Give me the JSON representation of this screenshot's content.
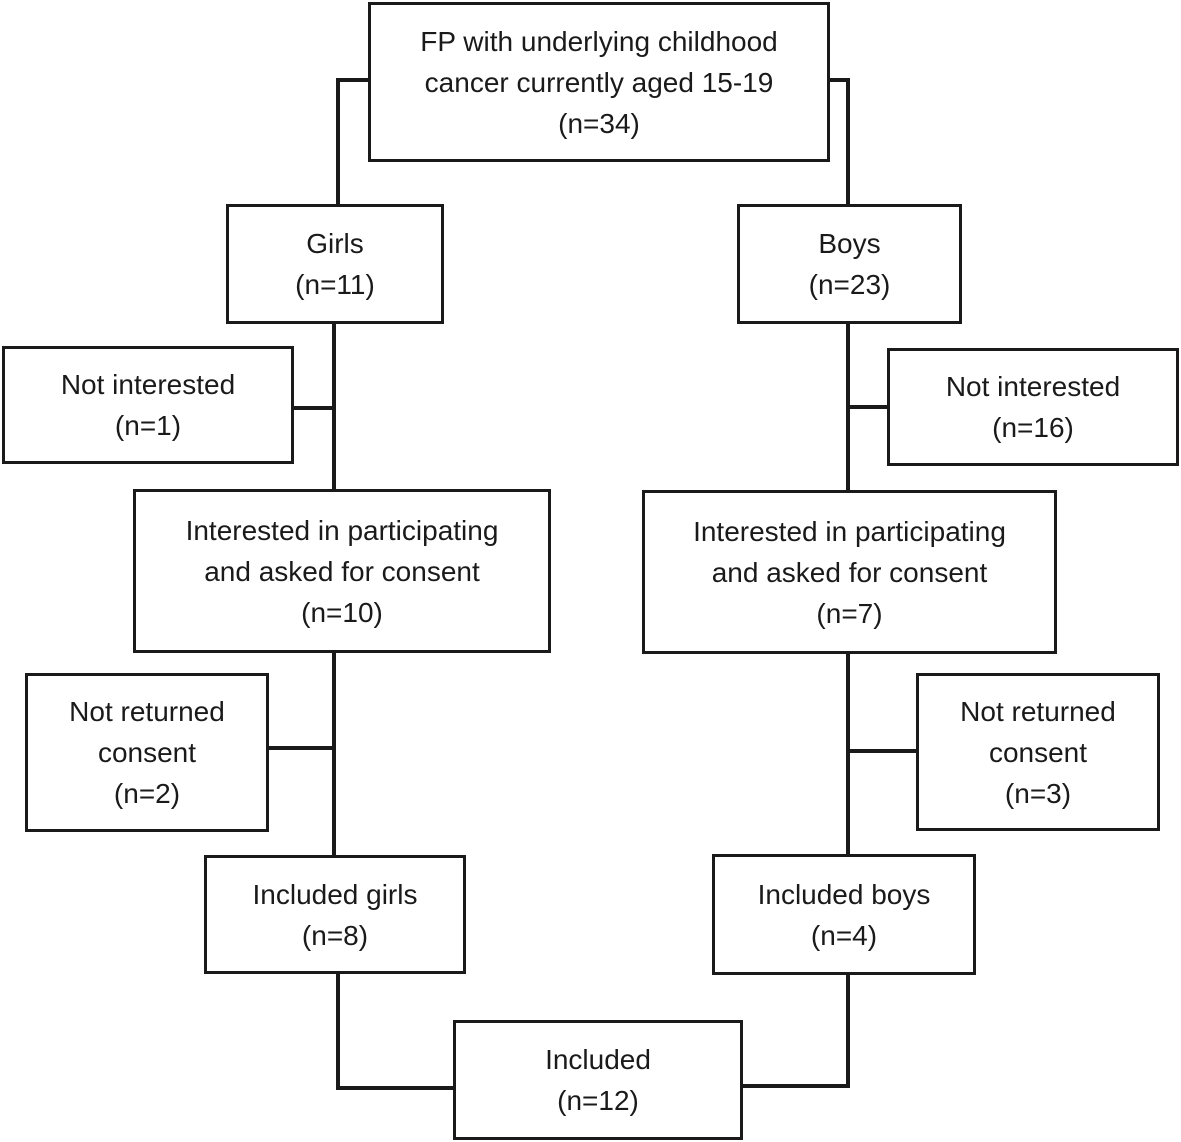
{
  "nodes": {
    "root": {
      "lines": [
        "FP with underlying childhood",
        "cancer currently aged 15-19",
        "(n=34)"
      ]
    },
    "girls": {
      "lines": [
        "Girls",
        "(n=11)"
      ]
    },
    "boys": {
      "lines": [
        "Boys",
        "(n=23)"
      ]
    },
    "girls_not_interested": {
      "lines": [
        "Not interested",
        "(n=1)"
      ]
    },
    "boys_not_interested": {
      "lines": [
        "Not interested",
        "(n=16)"
      ]
    },
    "girls_interested": {
      "lines": [
        "Interested in participating",
        "and asked for consent",
        "(n=10)"
      ]
    },
    "boys_interested": {
      "lines": [
        "Interested in participating",
        "and asked for consent",
        "(n=7)"
      ]
    },
    "girls_not_returned": {
      "lines": [
        "Not returned",
        "consent",
        "(n=2)"
      ]
    },
    "boys_not_returned": {
      "lines": [
        "Not returned",
        "consent",
        "(n=3)"
      ]
    },
    "girls_included": {
      "lines": [
        "Included girls",
        "(n=8)"
      ]
    },
    "boys_included": {
      "lines": [
        "Included boys",
        "(n=4)"
      ]
    },
    "included": {
      "lines": [
        "Included",
        "(n=12)"
      ]
    }
  },
  "colors": {
    "stroke": "#1a1a1a",
    "background": "#ffffff"
  }
}
